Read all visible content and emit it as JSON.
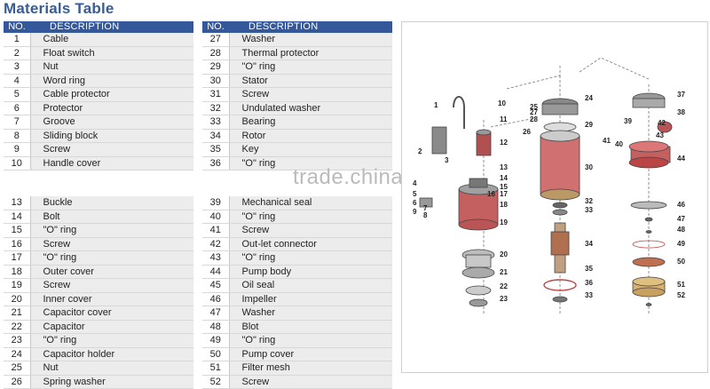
{
  "title": "Materials Table",
  "headers": {
    "no": "NO.",
    "description": "DESCRIPTION"
  },
  "left_table": [
    {
      "no": "1",
      "desc": "Cable"
    },
    {
      "no": "2",
      "desc": "Float switch"
    },
    {
      "no": "3",
      "desc": "Nut"
    },
    {
      "no": "4",
      "desc": "Word ring"
    },
    {
      "no": "5",
      "desc": "Cable protector"
    },
    {
      "no": "6",
      "desc": "Protector"
    },
    {
      "no": "7",
      "desc": "Groove"
    },
    {
      "no": "8",
      "desc": "Sliding block"
    },
    {
      "no": "9",
      "desc": "Screw"
    },
    {
      "no": "10",
      "desc": "Handle cover"
    },
    {
      "no": "13",
      "desc": "Buckle"
    },
    {
      "no": "14",
      "desc": "Bolt"
    },
    {
      "no": "15",
      "desc": "\"O\" ring"
    },
    {
      "no": "16",
      "desc": "Screw"
    },
    {
      "no": "17",
      "desc": "\"O\" ring"
    },
    {
      "no": "18",
      "desc": "Outer cover"
    },
    {
      "no": "19",
      "desc": "Screw"
    },
    {
      "no": "20",
      "desc": "Inner cover"
    },
    {
      "no": "21",
      "desc": "Capacitor cover"
    },
    {
      "no": "22",
      "desc": "Capacitor"
    },
    {
      "no": "23",
      "desc": "\"O\" ring"
    },
    {
      "no": "24",
      "desc": "Capacitor holder"
    },
    {
      "no": "25",
      "desc": "Nut"
    },
    {
      "no": "26",
      "desc": "Spring washer"
    }
  ],
  "right_table": [
    {
      "no": "27",
      "desc": "Washer"
    },
    {
      "no": "28",
      "desc": "Thermal protector"
    },
    {
      "no": "29",
      "desc": "\"O\" ring"
    },
    {
      "no": "30",
      "desc": "Stator"
    },
    {
      "no": "31",
      "desc": "Screw"
    },
    {
      "no": "32",
      "desc": "Undulated washer"
    },
    {
      "no": "33",
      "desc": "Bearing"
    },
    {
      "no": "34",
      "desc": "Rotor"
    },
    {
      "no": "35",
      "desc": "Key"
    },
    {
      "no": "36",
      "desc": "\"O\" ring"
    },
    {
      "no": "39",
      "desc": "Mechanical seal"
    },
    {
      "no": "40",
      "desc": "\"O\" ring"
    },
    {
      "no": "41",
      "desc": "Screw"
    },
    {
      "no": "42",
      "desc": "Out-let connector"
    },
    {
      "no": "43",
      "desc": "\"O\" ring"
    },
    {
      "no": "44",
      "desc": "Pump body"
    },
    {
      "no": "45",
      "desc": "Oil seal"
    },
    {
      "no": "46",
      "desc": "Impeller"
    },
    {
      "no": "47",
      "desc": "Washer"
    },
    {
      "no": "48",
      "desc": "Blot"
    },
    {
      "no": "49",
      "desc": "\"O\" ring"
    },
    {
      "no": "50",
      "desc": "Pump cover"
    },
    {
      "no": "51",
      "desc": "Filter mesh"
    },
    {
      "no": "52",
      "desc": "Screw"
    }
  ],
  "watermark": "trade.china.cn",
  "diagram_labels": [
    "1",
    "2",
    "3",
    "4",
    "5",
    "6",
    "7",
    "8",
    "9",
    "10",
    "11",
    "12",
    "13",
    "14",
    "15",
    "16",
    "17",
    "18",
    "19",
    "20",
    "21",
    "22",
    "23",
    "24",
    "25",
    "26",
    "27",
    "28",
    "29",
    "30",
    "32",
    "33",
    "34",
    "35",
    "36",
    "33",
    "37",
    "38",
    "39",
    "40",
    "41",
    "42",
    "43",
    "44",
    "46",
    "47",
    "48",
    "49",
    "50",
    "51",
    "52"
  ]
}
